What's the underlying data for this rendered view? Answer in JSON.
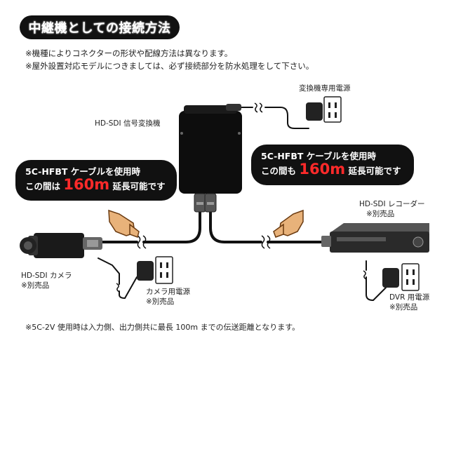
{
  "header": {
    "title": "中継機としての接続方法"
  },
  "notes": {
    "line1": "※機種によりコネクターの形状や配線方法は異なります。",
    "line2": "※屋外設置対応モデルにつきましては、必ず接続部分を防水処理をして下さい。",
    "footer": "※5C-2V 使用時は入力側、出力側共に最長 100m までの伝送距離となります。"
  },
  "converter": {
    "label": "HD-SDI 信号変換機"
  },
  "converter_power": {
    "label": "変換機専用電源"
  },
  "bubble_left": {
    "line1": "5C-HFBT ケーブルを使用時",
    "prefix": "この間は",
    "distance": "160m",
    "suffix": "延長可能です"
  },
  "bubble_right": {
    "line1": "5C-HFBT ケーブルを使用時",
    "prefix": "この間も",
    "distance": "160m",
    "suffix": "延長可能です"
  },
  "camera": {
    "label": "HD-SDI カメラ",
    "sub": "※別売品"
  },
  "camera_power": {
    "label": "カメラ用電源",
    "sub": "※別売品"
  },
  "recorder": {
    "label": "HD-SDI レコーダー",
    "sub": "※別売品"
  },
  "dvr_power": {
    "label": "DVR 用電源",
    "sub": "※別売品"
  }
}
